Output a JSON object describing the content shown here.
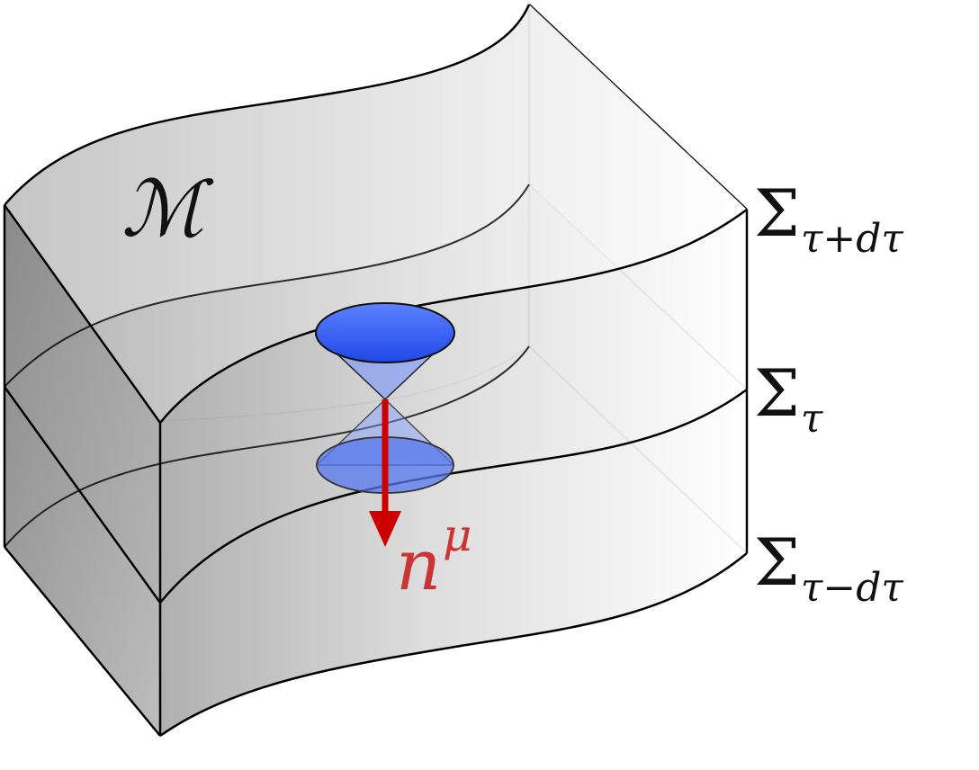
{
  "manifold_label": "ℳ",
  "slices": [
    {
      "symbol": "Σ",
      "subscript": "τ+dτ"
    },
    {
      "symbol": "Σ",
      "subscript": "τ"
    },
    {
      "symbol": "Σ",
      "subscript": "τ−dτ"
    }
  ],
  "normal_vector": {
    "base": "n",
    "superscript": "μ"
  },
  "colors": {
    "normal_arrow": "#cc0000",
    "normal_label": "#cc3333",
    "light_cone": "#2255ff",
    "slab_dark": "#8a8a8a",
    "slab_light": "#ffffff",
    "edge": "#000000"
  }
}
